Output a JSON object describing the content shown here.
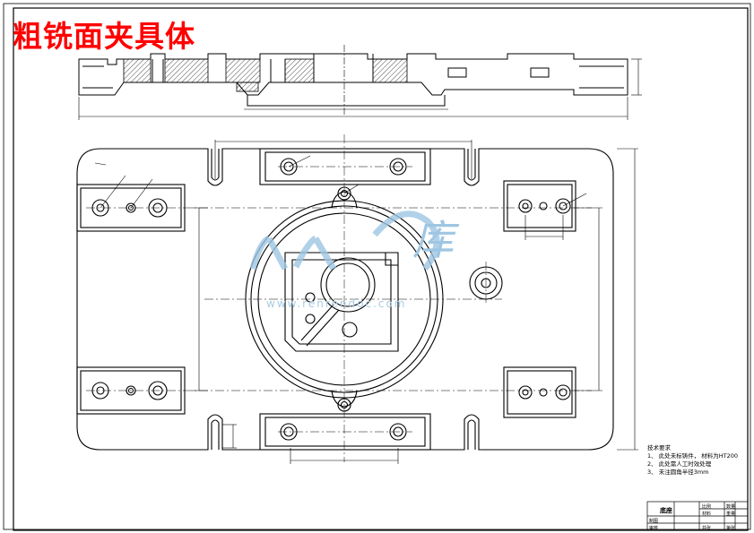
{
  "title": "粗铣面夹具体",
  "watermark": {
    "mark": "人人文",
    "ku": "库",
    "url": "www.renrendoc.com"
  },
  "notes": {
    "heading": "技术要求",
    "items": [
      "1、 此处未标铸件， 材料为HT200",
      "2、 此处需人工时效处理",
      "3、 未注圆角半径3mm"
    ]
  },
  "title_block": {
    "name": "底座",
    "labels": [
      "比例",
      "数量",
      "材料",
      "制图",
      "审核",
      "重量",
      "共张",
      "第张"
    ]
  },
  "colors": {
    "line": "#000000",
    "title": "#ff0000",
    "watermark": "#9ec6e3"
  }
}
